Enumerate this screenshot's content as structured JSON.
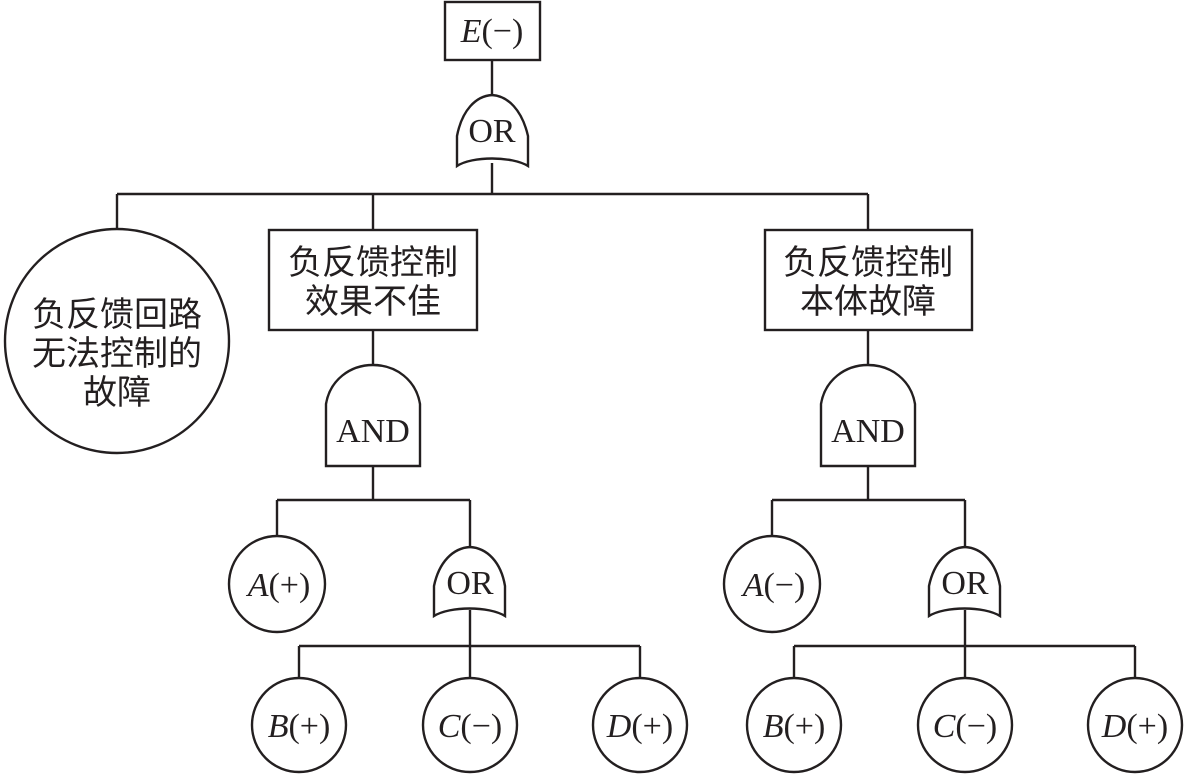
{
  "diagram": {
    "type": "fault-tree",
    "colors": {
      "line": "#231f20",
      "background": "#ffffff"
    },
    "top_event": {
      "letter": "E",
      "sign": "(−)"
    },
    "top_gate": {
      "label": "OR"
    },
    "branches": {
      "left": {
        "shape": "circle",
        "lines": [
          "负反馈回路",
          "无法控制的",
          "故障"
        ]
      },
      "middle": {
        "shape": "rect",
        "lines": [
          "负反馈控制",
          "效果不佳"
        ],
        "gate": "AND",
        "basic": {
          "letter": "A",
          "sign": "(+)"
        },
        "sub_gate": "OR",
        "leaves": [
          {
            "letter": "B",
            "sign": "(+)"
          },
          {
            "letter": "C",
            "sign": "(−)"
          },
          {
            "letter": "D",
            "sign": "(+)"
          }
        ]
      },
      "right": {
        "shape": "rect",
        "lines": [
          "负反馈控制",
          "本体故障"
        ],
        "gate": "AND",
        "basic": {
          "letter": "A",
          "sign": "(−)"
        },
        "sub_gate": "OR",
        "leaves": [
          {
            "letter": "B",
            "sign": "(+)"
          },
          {
            "letter": "C",
            "sign": "(−)"
          },
          {
            "letter": "D",
            "sign": "(+)"
          }
        ]
      }
    }
  }
}
